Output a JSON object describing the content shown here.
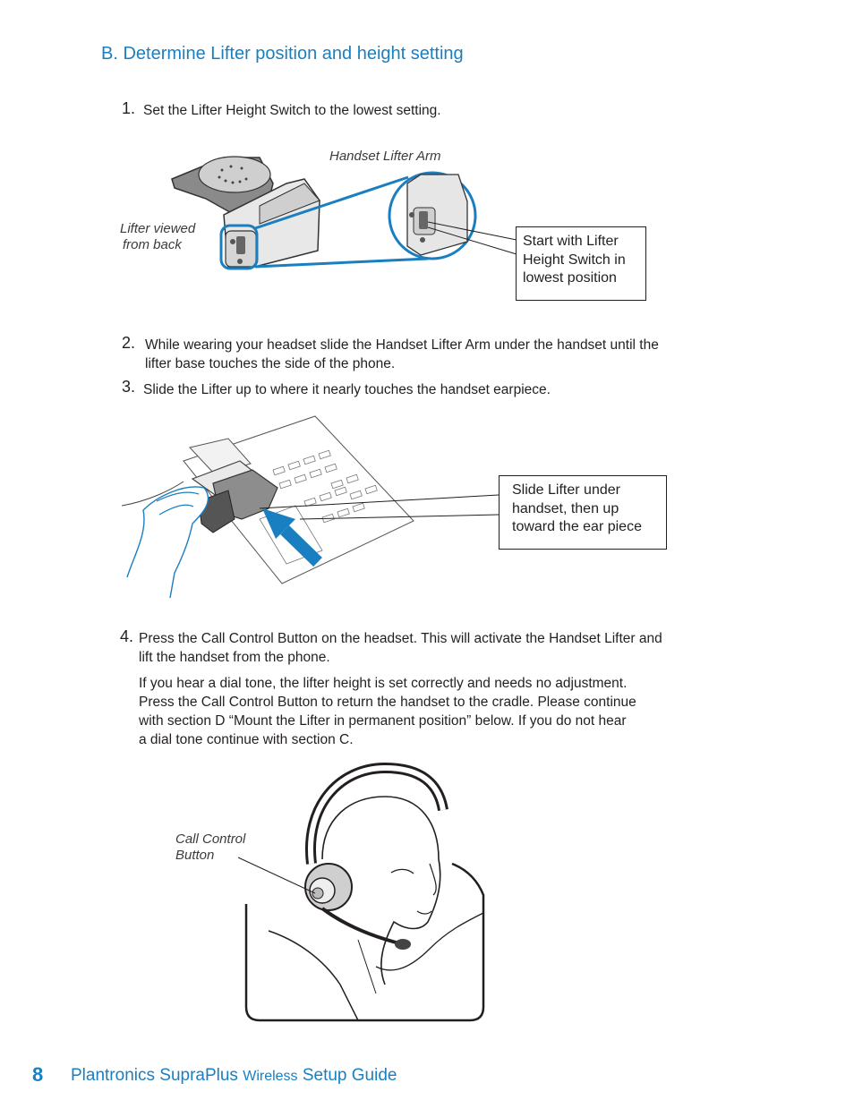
{
  "section": {
    "title": "B. Determine Lifter position and height setting"
  },
  "steps": [
    {
      "number": "1.",
      "text": "Set the Lifter Height Switch to the lowest setting."
    },
    {
      "number": "2.",
      "lines": [
        "While wearing your headset slide the Handset Lifter Arm under the handset until the",
        "lifter base touches the side of the phone."
      ]
    },
    {
      "number": "3.",
      "text": "Slide the Lifter up to where it nearly touches the handset earpiece."
    },
    {
      "number": "4.",
      "lines": [
        "Press the Call Control Button on the headset. This will activate the Handset Lifter and",
        "lift the handset from the phone."
      ],
      "note_lines": [
        "If you hear a dial tone, the lifter height is set correctly and needs no adjustment.",
        "Press the Call Control Button to return the handset to the cradle. Please continue",
        "with section D “Mount the Lifter in permanent position” below. If you do not hear",
        "a dial tone continue with section C."
      ]
    }
  ],
  "figure1": {
    "arm_label": "Handset Lifter Arm",
    "back_label": [
      "Lifter viewed",
      "from back"
    ],
    "callout": [
      "Start with Lifter",
      "Height Switch in",
      "lowest position"
    ]
  },
  "figure2": {
    "callout": [
      "Slide Lifter under",
      "handset, then up",
      "toward the ear piece"
    ]
  },
  "figure3": {
    "button_label": [
      "Call Control",
      "Button"
    ]
  },
  "footer": {
    "page_number": "8",
    "title_a": "Plantronics SupraPlus ",
    "title_b": "Wireless",
    "title_c": " Setup Guide"
  },
  "colors": {
    "accent": "#1a7fc1",
    "text": "#231f20"
  }
}
